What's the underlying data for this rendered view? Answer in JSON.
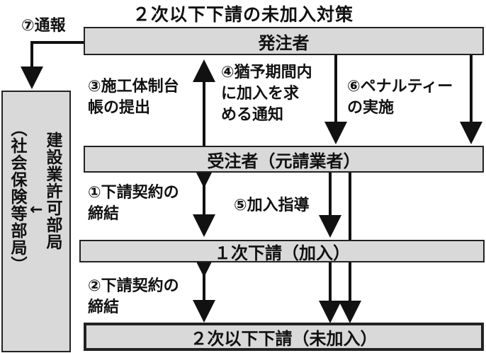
{
  "title": "２次以下下請の未加入対策",
  "boxes": {
    "orderer": "発注者",
    "contractor": "受注者（元請業者）",
    "sub1": "１次下請（加入）",
    "sub2": "２次以下下請（未加入）",
    "construction_dept": "建設業許可部局",
    "insurance_dept": "（社会保険等部局）"
  },
  "labels": {
    "notify": "⑦通報",
    "submit_ledger": "③施工体制台\n帳の提出",
    "deferral_notice": "④猶予期間内\nに加入を求\nめる通知",
    "penalty": "⑥ペナルティー\nの実施",
    "subcontract_1": "①下請契約の\n締結",
    "guidance": "⑤加入指導",
    "subcontract_2": "②下請契約の\n締結",
    "dept_arrow": "←"
  }
}
